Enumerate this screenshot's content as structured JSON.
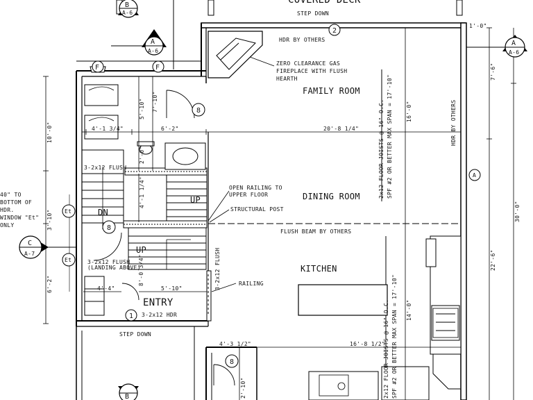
{
  "rooms": {
    "covered_deck": "COVERED DECK",
    "family_room": "FAMILY ROOM",
    "dining_room": "DINING ROOM",
    "kitchen": "KITCHEN",
    "entry": "ENTRY",
    "dn": "DN",
    "up_stair": "UP",
    "up_landing": "UP"
  },
  "notes": {
    "step_down_top": "STEP DOWN",
    "step_down_bottom": "STEP DOWN",
    "hdr_by_others_top": "HDR BY OTHERS",
    "hdr_by_others_right": "HDR BY OTHERS",
    "fireplace_1": "ZERO CLEARANCE GAS",
    "fireplace_2": "FIREPLACE WITH FLUSH",
    "fireplace_3": "HEARTH",
    "joists_upper_1": "2x12 FLOOR JOISTS @ 16\" O.C.",
    "joists_upper_2": "SPF #2 OR BETTER MAX SPAN = 17'-10\"",
    "joists_lower_1": "2x12 FLOOR JOISTS @ 16\" O.C.",
    "joists_lower_2": "SPF #2 OR BETTER MAX SPAN = 17'-10\"",
    "open_railing_1": "OPEN RAILING TO",
    "open_railing_2": "UPPER FLOOR",
    "structural_post": "STRUCTURAL POST",
    "flush_beam": "FLUSH BEAM BY OTHERS",
    "flush_top": "3-2x12 FLUSH",
    "flush_landing_1": "3-2x12 FLUSH",
    "flush_landing_2": "(LANDING ABOVE)",
    "flush_vertical": "3-2x12 FLUSH",
    "railing": "RAILING",
    "hdr_entry": "3-2x12 HDR",
    "window_note_1": "40\" TO",
    "window_note_2": "BOTTOM OF",
    "window_note_3": "HDR.",
    "window_note_4": "WINDOW \"Et\"",
    "window_note_5": "ONLY"
  },
  "dimensions": {
    "d_4_1_3_4": "4'-1 3/4\"",
    "d_6_2_a": "6'-2\"",
    "d_20_8_1_4": "20'-8 1/4\"",
    "d_5_10_a": "5'-10\"",
    "d_7_10": "7'-10\"",
    "d_2_0": "2'-0\"",
    "d_4_1_1_4": "4'-1 1/4\"",
    "d_10_0": "10'-0\"",
    "d_3_10": "3'-10\"",
    "d_6_2_b": "6'-2\"",
    "d_16_0": "16'-0\"",
    "d_14_0": "14'-0\"",
    "d_7_6": "7'-6\"",
    "d_30_0": "30'-0\"",
    "d_22_6": "22'-6\"",
    "d_1_0": "1'-0\"",
    "d_4_4": "4'-4\"",
    "d_5_10_b": "5'-10\"",
    "d_8_0_3_4": "8'-0 3/4\"",
    "d_4_3_1_2": "4'-3 1/2\"",
    "d_16_8_1_2": "16'-8 1/2\"",
    "d_2_10": "2'-10\""
  },
  "markers": {
    "section_a6_top_a": "B",
    "section_a6_top_a_sheet": "A-6",
    "section_a6_mid": "A",
    "section_a6_mid_sheet": "A-6",
    "section_a6_right": "A",
    "section_a6_right_sheet": "A-6",
    "section_a7": "C",
    "section_a7_sheet": "A-7",
    "section_b_bottom": "B",
    "fixed_f1": "F",
    "fixed_f2": "F",
    "et_1": "Et",
    "et_2": "Et",
    "grid_a": "A",
    "num_2": "2",
    "num_1": "1",
    "door_8a": "8",
    "door_8b": "8",
    "door_8c": "8"
  }
}
